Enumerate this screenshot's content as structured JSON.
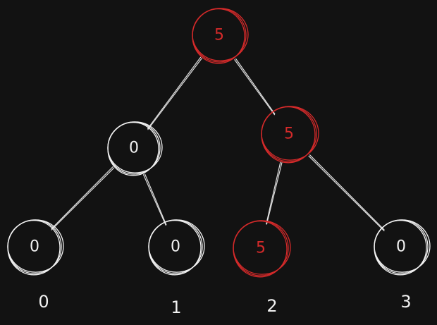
{
  "colors": {
    "background": "#121212",
    "default": "#f2f2f2",
    "highlight": "#d42a2a"
  },
  "tree": {
    "nodes": [
      {
        "id": "root",
        "value": "5",
        "highlighted": true
      },
      {
        "id": "left",
        "value": "0",
        "highlighted": false
      },
      {
        "id": "right",
        "value": "5",
        "highlighted": true
      },
      {
        "id": "leaf-0",
        "value": "0",
        "highlighted": false
      },
      {
        "id": "leaf-1",
        "value": "0",
        "highlighted": false
      },
      {
        "id": "leaf-2",
        "value": "5",
        "highlighted": true
      },
      {
        "id": "leaf-3",
        "value": "0",
        "highlighted": false
      }
    ],
    "edges": [
      [
        "root",
        "left"
      ],
      [
        "root",
        "right"
      ],
      [
        "left",
        "leaf-0"
      ],
      [
        "left",
        "leaf-1"
      ],
      [
        "right",
        "leaf-2"
      ],
      [
        "right",
        "leaf-3"
      ]
    ],
    "leaf_indices": [
      "0",
      "1",
      "2",
      "3"
    ]
  }
}
